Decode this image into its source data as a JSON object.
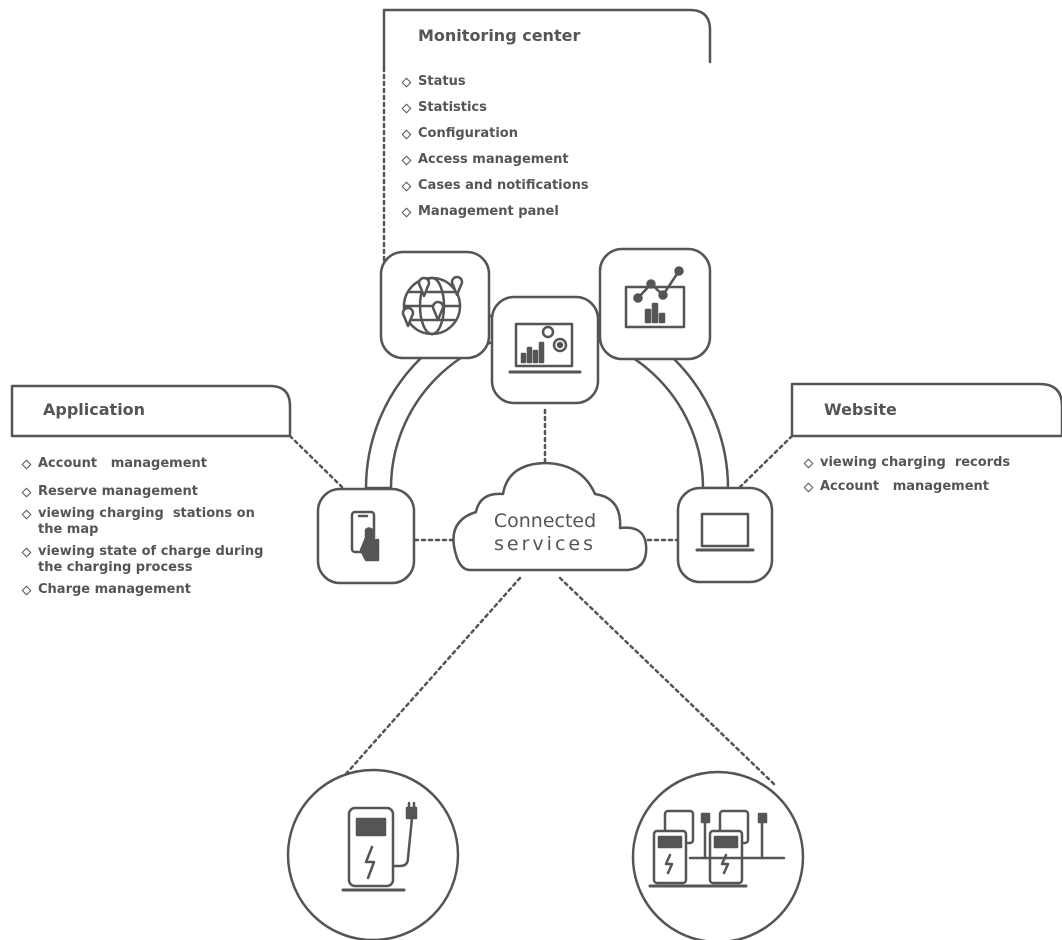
{
  "monitoring": {
    "title": "Monitoring center",
    "items": [
      "Status",
      "Statistics",
      "Configuration",
      "Access management",
      "Cases and notifications",
      "Management panel"
    ]
  },
  "application": {
    "title": "Application",
    "items": [
      "Account   management",
      "Reserve management",
      "viewing charging  stations on the map",
      "viewing state of charge during the charging process",
      "Charge management"
    ]
  },
  "website": {
    "title": "Website",
    "items": [
      "viewing charging  records",
      "Account   management"
    ]
  },
  "cloud": {
    "line1": "Connected",
    "line2": "services"
  },
  "colors": {
    "stroke": "#555555",
    "box_fill": "#ffffff"
  },
  "icons": [
    "globe-map-icon",
    "analytics-chart-icon",
    "computer-settings-icon",
    "smartphone-touch-icon",
    "laptop-icon",
    "cloud-icon",
    "charging-station-icon",
    "charging-stations-group-icon"
  ]
}
